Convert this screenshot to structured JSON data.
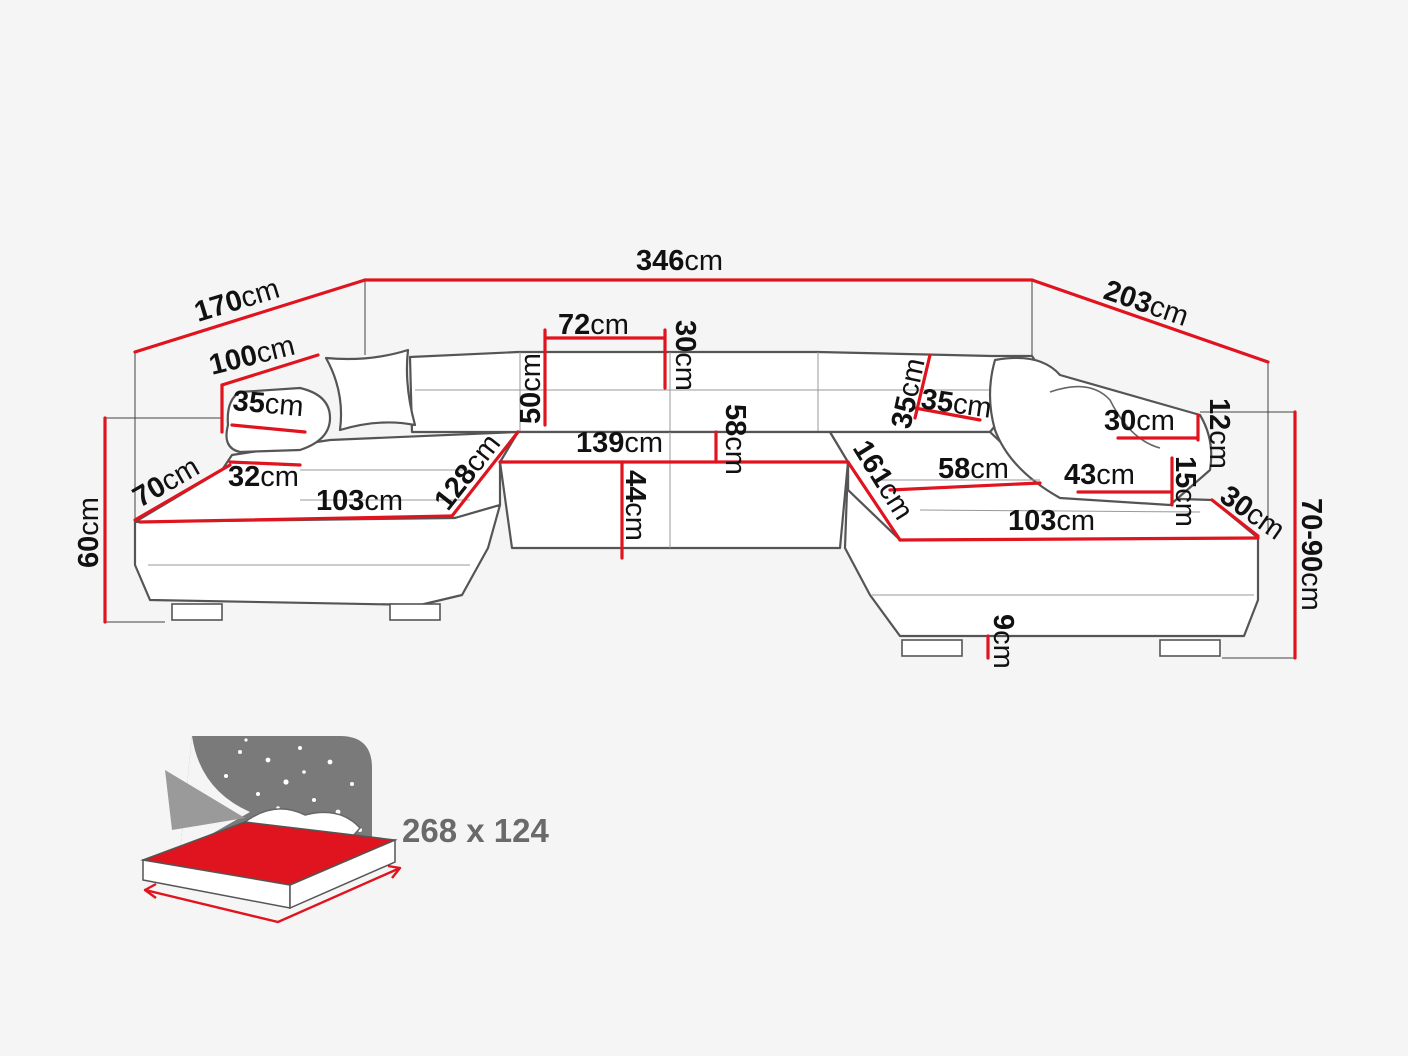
{
  "dimensions": {
    "total_width": {
      "num": "346",
      "unit": "cm"
    },
    "left_depth": {
      "num": "170",
      "unit": "cm"
    },
    "right_depth": {
      "num": "203",
      "unit": "cm"
    },
    "left_cushion": {
      "num": "100",
      "unit": "cm"
    },
    "left_armrest_height": {
      "num": "35",
      "unit": "cm"
    },
    "left_armrest_width": {
      "num": "32",
      "unit": "cm"
    },
    "left_chaise_width": {
      "num": "70",
      "unit": "cm"
    },
    "left_seat_depth": {
      "num": "103",
      "unit": "cm"
    },
    "left_seat_diagonal": {
      "num": "128",
      "unit": "cm"
    },
    "left_height": {
      "num": "60",
      "unit": "cm"
    },
    "headrest_width": {
      "num": "72",
      "unit": "cm"
    },
    "headrest_height": {
      "num": "30",
      "unit": "cm"
    },
    "backrest_height": {
      "num": "50",
      "unit": "cm"
    },
    "middle_seat_width": {
      "num": "139",
      "unit": "cm"
    },
    "middle_seat_depth": {
      "num": "58",
      "unit": "cm"
    },
    "seat_height": {
      "num": "44",
      "unit": "cm"
    },
    "right_seat_diagonal": {
      "num": "161",
      "unit": "cm"
    },
    "right_headrest_height": {
      "num": "35",
      "unit": "cm"
    },
    "right_headrest_width": {
      "num": "35",
      "unit": "cm"
    },
    "right_seat_depth": {
      "num": "58",
      "unit": "cm"
    },
    "right_armrest_top": {
      "num": "30",
      "unit": "cm"
    },
    "right_armrest_height_small": {
      "num": "12",
      "unit": "cm"
    },
    "right_armrest_inner": {
      "num": "43",
      "unit": "cm"
    },
    "right_armrest_side": {
      "num": "15",
      "unit": "cm"
    },
    "right_armrest_front": {
      "num": "30",
      "unit": "cm"
    },
    "right_seat_width": {
      "num": "103",
      "unit": "cm"
    },
    "leg_height": {
      "num": "9",
      "unit": "cm"
    },
    "total_height": {
      "num": "70-90",
      "unit": "cm"
    }
  },
  "bed": {
    "label": "268 x 124",
    "color": "#e0141e"
  },
  "colors": {
    "accent": "#e0141e",
    "outline": "#555555"
  }
}
